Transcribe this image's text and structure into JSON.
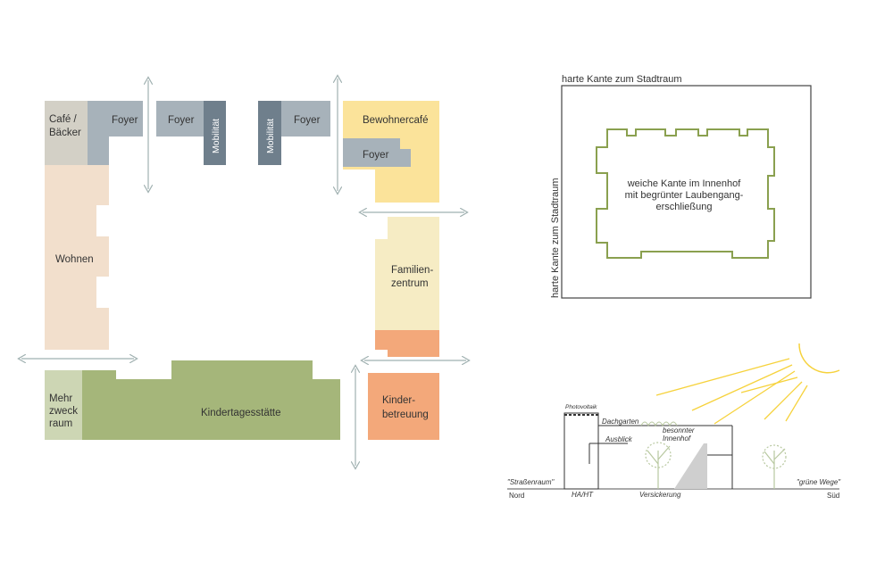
{
  "plan": {
    "cafe": "Café /",
    "cafe2": "Bäcker",
    "foyer": "Foyer",
    "mobilitaet": "Mobilität",
    "bewohnercafe": "Bewohnercafé",
    "wohnen": "Wohnen",
    "familienzentrum1": "Familien-",
    "familienzentrum2": "zentrum",
    "mehrzweck1": "Mehr",
    "mehrzweck2": "zweck",
    "mehrzweck3": "raum",
    "kita": "Kindertagesstätte",
    "kinderbetreuung1": "Kinder-",
    "kinderbetreuung2": "betreuung"
  },
  "concept": {
    "top_label": "harte Kante zum Stadtraum",
    "side_label": "harte Kante zum Stadtraum",
    "inner1": "weiche Kante im Innenhof",
    "inner2": "mit begrünter Laubengang-",
    "inner3": "erschließung"
  },
  "section": {
    "photovoltaik": "Photovoltaik",
    "dachgarten": "Dachgarten",
    "ausblick": "Ausblick",
    "innenhof1": "besonnter",
    "innenhof2": "Innenhof",
    "strassenraum": "\"Straßenraum\"",
    "gruene_wege": "\"grüne Wege\"",
    "nord": "Nord",
    "sued": "Süd",
    "haht": "HA/HT",
    "versickerung": "Versickerung"
  },
  "colors": {
    "cafe": "#d3d0c6",
    "foyer": "#a7b2ba",
    "mobil": "#6f7f8c",
    "yellow": "#fbe39a",
    "lightyellow": "#f6ecc4",
    "peach": "#f2dfcc",
    "orange": "#f3a87a",
    "green": "#a5b67a",
    "lightgreen": "#cdd6b4",
    "outline": "#8aa04f",
    "sun": "#f6d23c"
  }
}
